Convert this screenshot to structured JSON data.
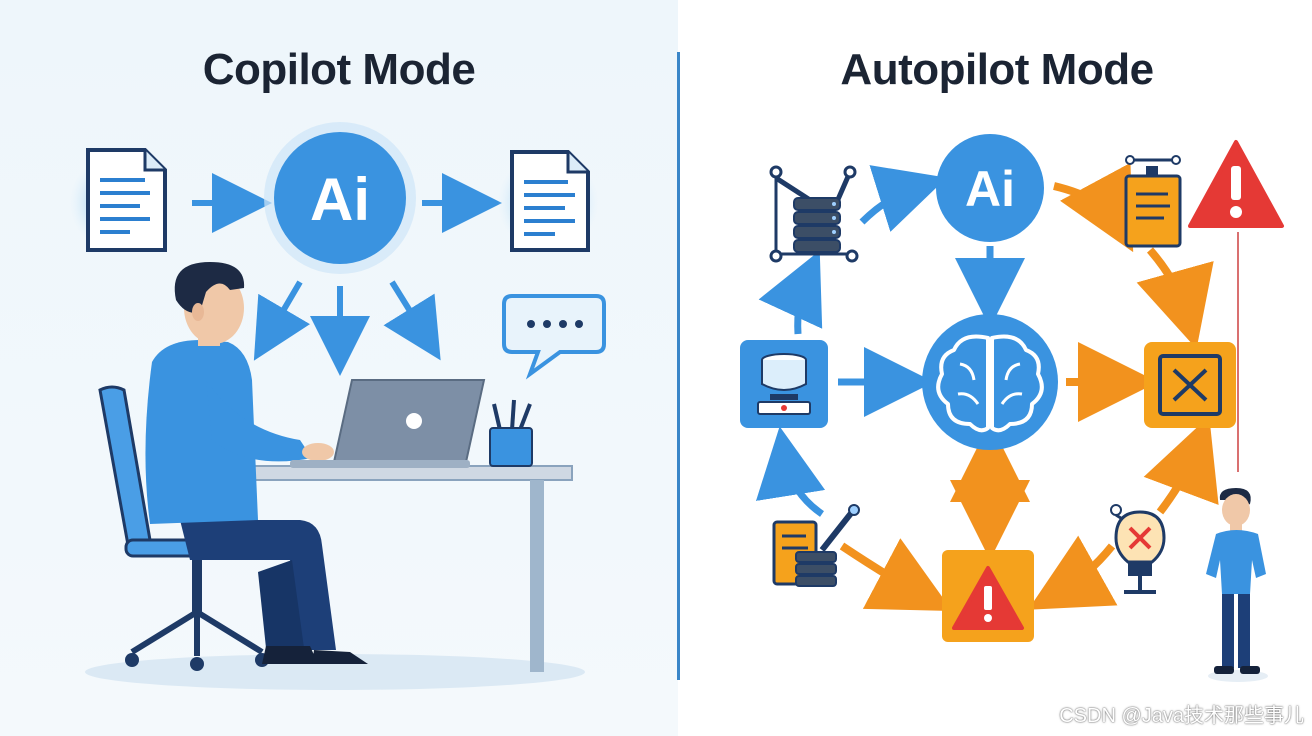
{
  "copilot": {
    "title": "Copilot Mode",
    "ai_label": "Ai"
  },
  "autopilot": {
    "title": "Autopilot Mode",
    "ai_label": "Ai"
  },
  "watermark": "CSDN @Java技术那些事儿",
  "colors": {
    "blue": "#3a93e0",
    "orange": "#f2921e",
    "red": "#e53935",
    "navy": "#1e3a66"
  },
  "icons": [
    "document-icon",
    "ai-icon",
    "chat-bubble-icon",
    "laptop-icon",
    "pencil-cup-icon",
    "robot-arm-server-icon",
    "database-icon",
    "brain-icon",
    "error-box-icon",
    "warning-icon",
    "clipboard-icon",
    "lightbulb-error-icon",
    "person-icon"
  ]
}
